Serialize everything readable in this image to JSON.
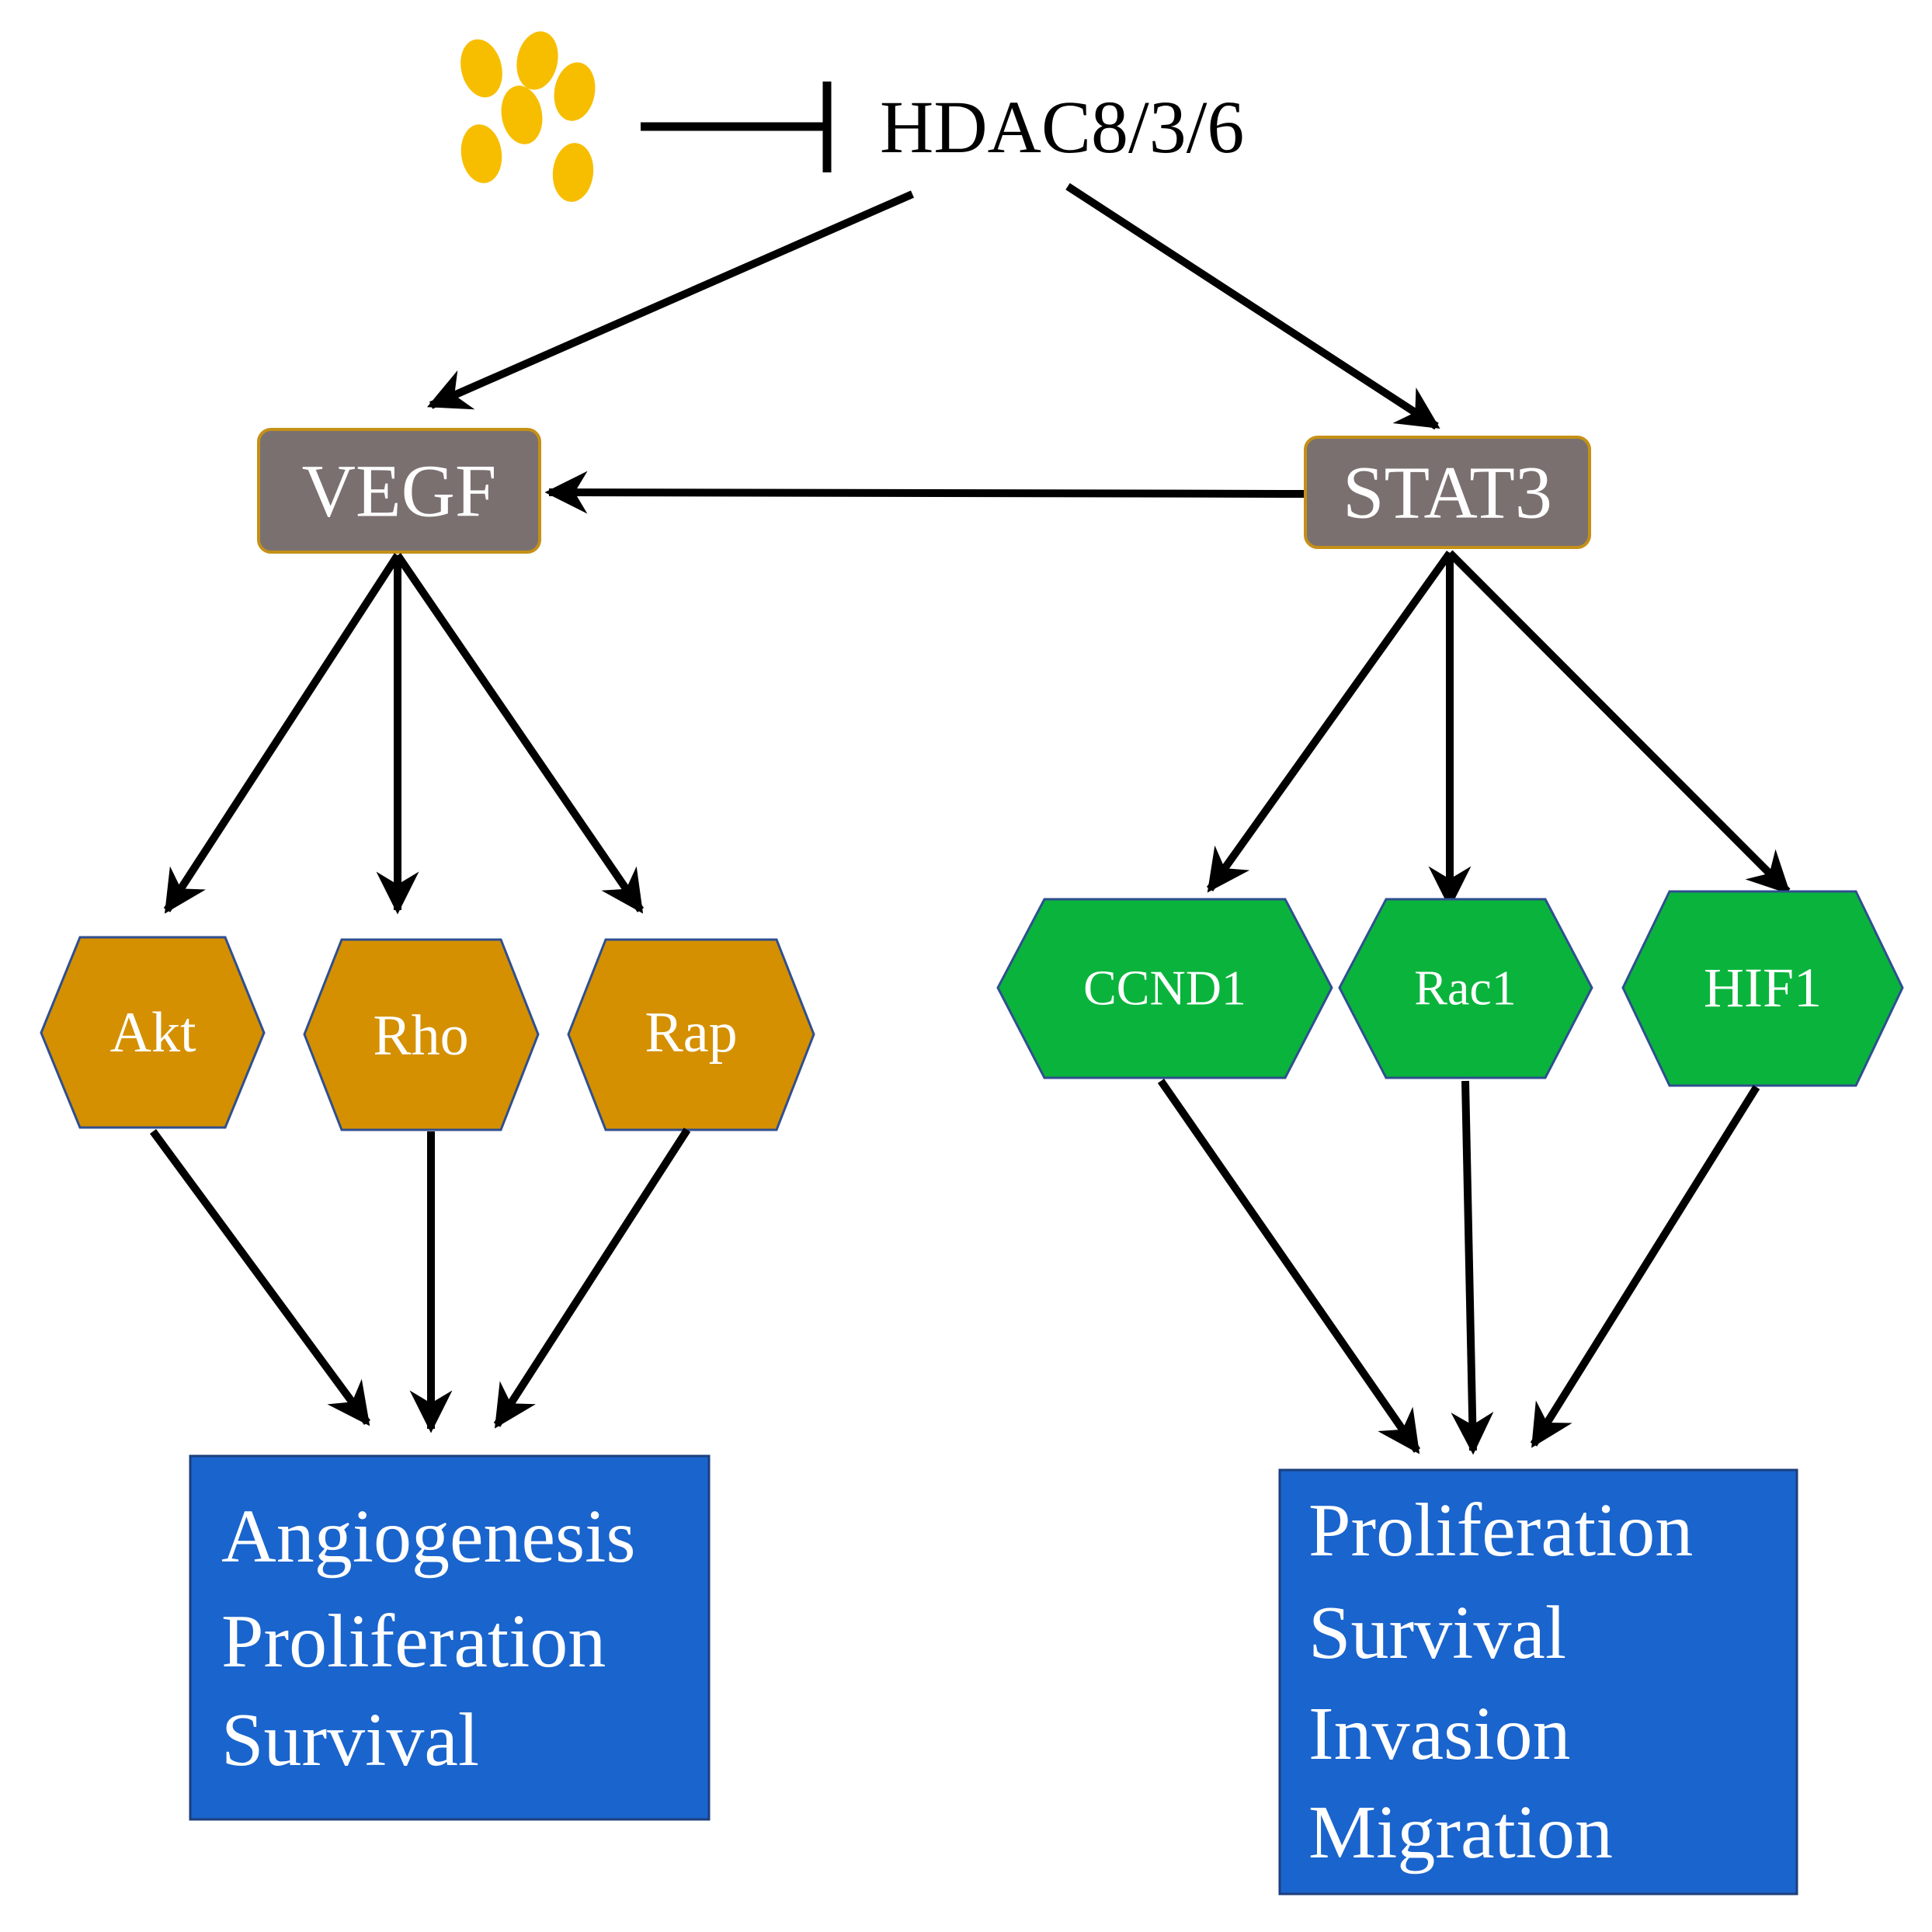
{
  "inhibitor": {
    "icon": "seed-cluster-icon",
    "color": "#f7be00",
    "target": "HDAC8/3/6"
  },
  "upstream": {
    "vegf": {
      "label": "VEGF",
      "color": "#7b7070",
      "border": "#c49016"
    },
    "stat3": {
      "label": "STAT3",
      "color": "#7b7070",
      "border": "#c49016"
    }
  },
  "vegf_targets": {
    "color": "#d49000",
    "border": "#2f4f8f",
    "items": [
      {
        "label": "Akt"
      },
      {
        "label": "Rho"
      },
      {
        "label": "Rap"
      }
    ]
  },
  "stat3_targets": {
    "color": "#0ab43c",
    "border": "#2f4f8f",
    "items": [
      {
        "label": "CCND1"
      },
      {
        "label": "Rac1"
      },
      {
        "label": "HIF1"
      }
    ]
  },
  "outcomes": {
    "color": "#1a64cd",
    "border": "#1c3f7c",
    "left": {
      "lines": [
        "Angiogenesis",
        "Proliferation",
        "Survival"
      ]
    },
    "right": {
      "lines": [
        "Proliferation",
        "Survival",
        "Invasion",
        "Migration"
      ]
    }
  }
}
